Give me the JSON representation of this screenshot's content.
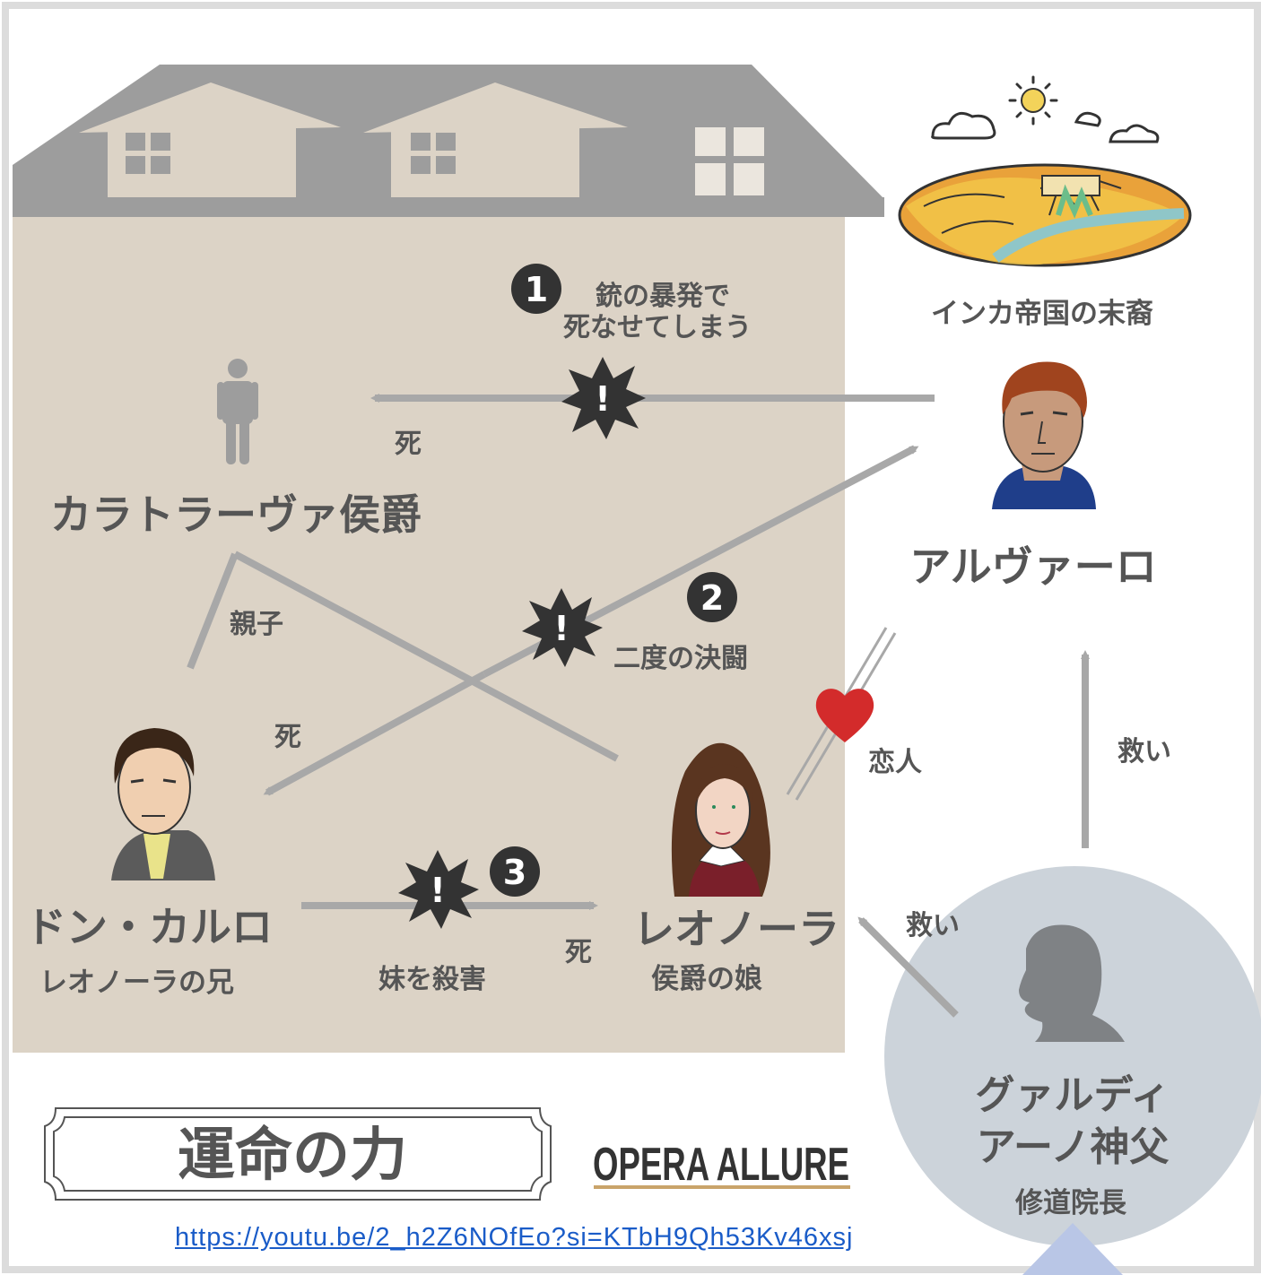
{
  "title": "運命の力",
  "brand": "OPERA ALLURE",
  "link": "https://youtu.be/2_h2Z6NOfEo?si=KTbH9Qh53Kv46xsj",
  "colors": {
    "house_body": "#dcd3c6",
    "house_roof": "#9d9d9d",
    "arrow": "#a8a8a8",
    "text": "#555555",
    "guardiano_circle": "#ccd3da",
    "heart": "#d32b2b",
    "brand_underline": "#c9a46a",
    "link": "#1a5cc8"
  },
  "characters": {
    "calatrava": {
      "name": "カラトラーヴァ侯爵",
      "icon": "person-icon"
    },
    "alvaro": {
      "name": "アルヴァーロ",
      "origin": "インカ帝国の末裔",
      "icon": "alvaro-portrait-icon"
    },
    "carlo": {
      "name": "ドン・カルロ",
      "role": "レオノーラの兄",
      "icon": "carlo-portrait-icon"
    },
    "leonora": {
      "name": "レオノーラ",
      "role": "侯爵の娘",
      "icon": "leonora-portrait-icon"
    },
    "guardiano": {
      "name_line1": "グァルディ",
      "name_line2": "アーノ神父",
      "role": "修道院長",
      "icon": "silhouette-icon"
    }
  },
  "events": {
    "event1": {
      "number": "1",
      "line1": "銃の暴発で",
      "line2": "死なせてしまう",
      "result": "死"
    },
    "event2": {
      "number": "2",
      "label": "二度の決闘",
      "result": "死"
    },
    "event3": {
      "number": "3",
      "label": "妹を殺害",
      "result": "死"
    }
  },
  "relations": {
    "parent_child": "親子",
    "lovers": "恋人",
    "save_alvaro": "救い",
    "save_leonora": "救い"
  },
  "icons": [
    "sun-icon",
    "cloud-icon",
    "landscape-icon",
    "explosion-icon",
    "heart-icon",
    "number-badge-icon",
    "arrow-icon"
  ]
}
